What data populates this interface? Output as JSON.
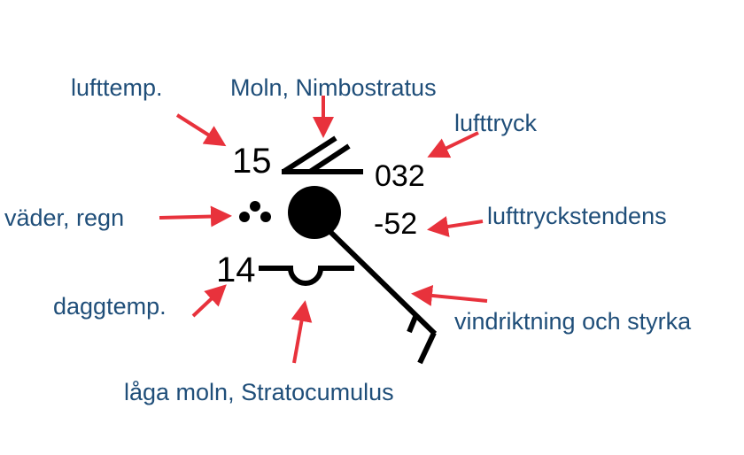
{
  "station": {
    "temperature": "15",
    "pressure": "032",
    "tendency": "-52",
    "dewpoint": "14"
  },
  "labels": {
    "temp": "lufttemp.",
    "high_cloud": "Moln, Nimbostratus",
    "pressure": "lufttryck",
    "weather": "väder, regn",
    "tendency": "lufttryckstendens",
    "dewpoint": "daggtemp.",
    "wind": "vindriktning och styrka",
    "low_cloud": "låga moln, Stratocumulus"
  },
  "colors": {
    "label": "#1f4e79",
    "arrow": "#e8323c",
    "symbol": "#000000"
  }
}
